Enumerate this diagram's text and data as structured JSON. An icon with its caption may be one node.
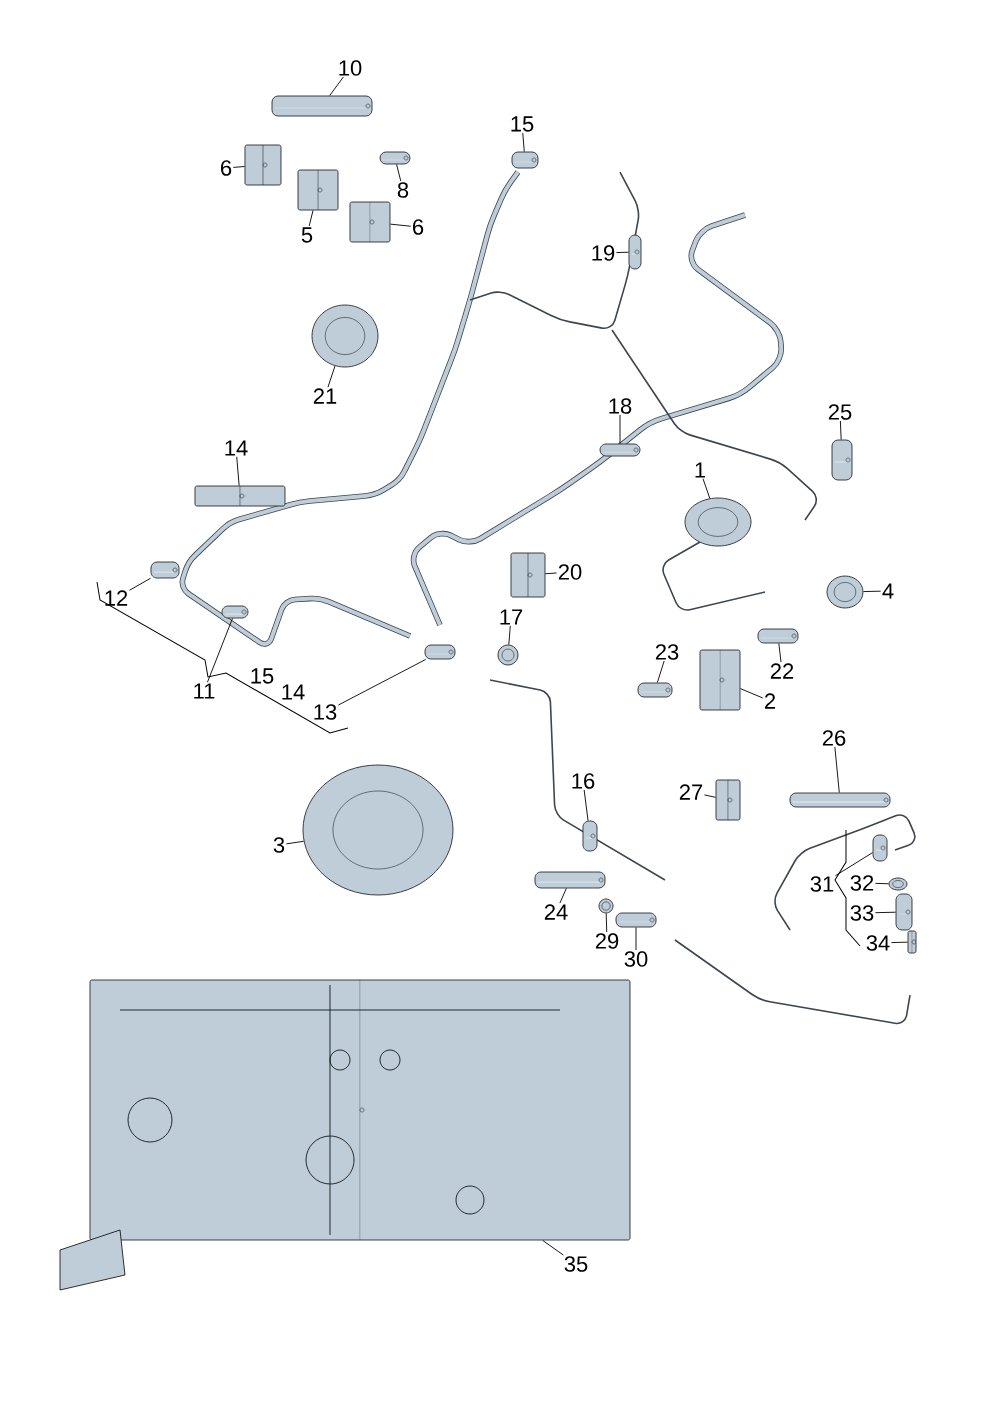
{
  "diagram": {
    "nodes": [
      {
        "text": [
          "10"
        ]
      },
      {
        "text": [],
        "shape": "picture"
      },
      {
        "text": [
          "15"
        ]
      },
      {
        "text": [],
        "shape": "picture"
      },
      {
        "text": [
          "6"
        ]
      },
      {
        "text": [],
        "shape": "picture"
      },
      {
        "text": [
          "8"
        ]
      },
      {
        "text": [],
        "shape": "picture"
      },
      {
        "text": [
          "5"
        ]
      },
      {
        "text": [],
        "shape": "picture"
      },
      {
        "text": [
          "6"
        ]
      },
      {
        "text": [],
        "shape": "picture"
      },
      {
        "text": [
          "19"
        ]
      },
      {
        "text": [],
        "shape": "picture"
      },
      {
        "text": [
          "21"
        ]
      },
      {
        "text": [],
        "shape": "picture"
      },
      {
        "text": [
          "18"
        ]
      },
      {
        "text": [],
        "shape": "picture"
      },
      {
        "text": [
          "25"
        ]
      },
      {
        "text": [],
        "shape": "picture"
      },
      {
        "text": [
          "14"
        ]
      },
      {
        "text": [],
        "shape": "picture"
      },
      {
        "text": [
          "1"
        ]
      },
      {
        "text": [],
        "shape": "picture"
      },
      {
        "text": [
          "20"
        ]
      },
      {
        "text": [],
        "shape": "picture"
      },
      {
        "text": [
          "12"
        ]
      },
      {
        "text": [],
        "shape": "picture"
      },
      {
        "text": [
          "4"
        ]
      },
      {
        "text": [],
        "shape": "picture"
      },
      {
        "text": [
          "17"
        ]
      },
      {
        "text": [],
        "shape": "picture"
      },
      {
        "text": [
          "23"
        ]
      },
      {
        "text": [],
        "shape": "picture"
      },
      {
        "text": [
          "22"
        ]
      },
      {
        "text": [],
        "shape": "picture"
      },
      {
        "text": [
          "11"
        ]
      },
      {
        "text": [],
        "shape": "picture"
      },
      {
        "text": [
          "13"
        ]
      },
      {
        "text": [],
        "shape": "picture"
      },
      {
        "text": [
          "2"
        ]
      },
      {
        "text": [],
        "shape": "picture"
      },
      {
        "text": [
          "26"
        ]
      },
      {
        "text": [],
        "shape": "picture"
      },
      {
        "text": [
          "27"
        ]
      },
      {
        "text": [],
        "shape": "picture"
      },
      {
        "text": [
          "16"
        ]
      },
      {
        "text": [],
        "shape": "picture"
      },
      {
        "text": [
          "3"
        ]
      },
      {
        "text": [],
        "shape": "picture"
      },
      {
        "text": [
          "31"
        ]
      },
      {
        "text": [],
        "shape": "picture"
      },
      {
        "text": [
          "32"
        ]
      },
      {
        "text": [],
        "shape": "picture"
      },
      {
        "text": [
          "33"
        ]
      },
      {
        "text": [],
        "shape": "picture"
      },
      {
        "text": [
          "34"
        ]
      },
      {
        "text": [],
        "shape": "picture"
      },
      {
        "text": [
          "24"
        ]
      },
      {
        "text": [],
        "shape": "picture"
      },
      {
        "text": [
          "29"
        ]
      },
      {
        "text": [],
        "shape": "picture"
      },
      {
        "text": [
          "30"
        ]
      },
      {
        "text": [],
        "shape": "picture"
      },
      {
        "text": [
          "35"
        ]
      },
      {
        "text": [],
        "shape": "picture"
      }
    ],
    "edges": [
      {
        "from": 0,
        "to": 1,
        "arrow": "none"
      },
      {
        "from": 2,
        "to": 3,
        "arrow": "none"
      },
      {
        "from": 4,
        "to": 5,
        "arrow": "none"
      },
      {
        "from": 6,
        "to": 7,
        "arrow": "none"
      },
      {
        "from": 8,
        "to": 9,
        "arrow": "none"
      },
      {
        "from": 10,
        "to": 11,
        "arrow": "none"
      },
      {
        "from": 12,
        "to": 13,
        "arrow": "none"
      },
      {
        "from": 14,
        "to": 15,
        "arrow": "none"
      },
      {
        "from": 16,
        "to": 17,
        "arrow": "none"
      },
      {
        "from": 18,
        "to": 19,
        "arrow": "none"
      },
      {
        "from": 20,
        "to": 21,
        "arrow": "none"
      },
      {
        "from": 22,
        "to": 23,
        "arrow": "none"
      },
      {
        "from": 24,
        "to": 25,
        "arrow": "none"
      },
      {
        "from": 26,
        "to": 27,
        "arrow": "none"
      },
      {
        "from": 28,
        "to": 29,
        "arrow": "none"
      },
      {
        "from": 30,
        "to": 31,
        "arrow": "none"
      },
      {
        "from": 32,
        "to": 33,
        "arrow": "none"
      },
      {
        "from": 34,
        "to": 35,
        "arrow": "none"
      },
      {
        "from": 36,
        "to": 37,
        "arrow": "none"
      },
      {
        "from": 38,
        "to": 39,
        "arrow": "none"
      },
      {
        "from": 40,
        "to": 41,
        "arrow": "none"
      },
      {
        "from": 42,
        "to": 43,
        "arrow": "none"
      },
      {
        "from": 44,
        "to": 45,
        "arrow": "none"
      },
      {
        "from": 46,
        "to": 47,
        "arrow": "none"
      },
      {
        "from": 48,
        "to": 49,
        "arrow": "none"
      },
      {
        "from": 50,
        "to": 51,
        "arrow": "none"
      },
      {
        "from": 52,
        "to": 53,
        "arrow": "none"
      },
      {
        "from": 54,
        "to": 55,
        "arrow": "none"
      },
      {
        "from": 56,
        "to": 57,
        "arrow": "none"
      },
      {
        "from": 58,
        "to": 59,
        "arrow": "none"
      },
      {
        "from": 60,
        "to": 61,
        "arrow": "none"
      },
      {
        "from": 62,
        "to": 63,
        "arrow": "none"
      },
      {
        "from": 64,
        "to": 65,
        "arrow": "none"
      }
    ],
    "labels": [
      "15",
      "14"
    ]
  }
}
